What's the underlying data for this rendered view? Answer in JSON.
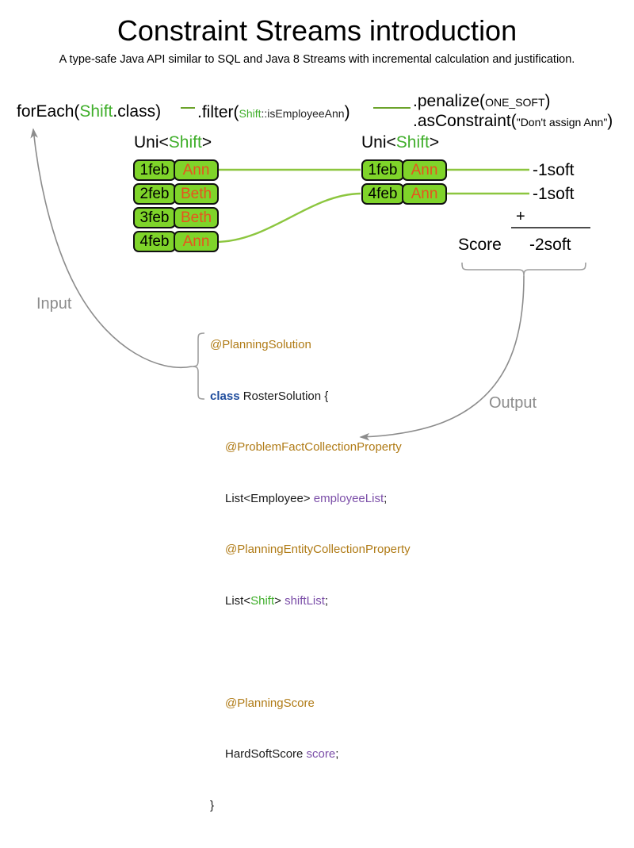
{
  "header": {
    "title": "Constraint Streams introduction",
    "subtitle": "A type-safe Java API similar to SQL and Java 8 Streams with incremental calculation and justification."
  },
  "colors": {
    "green_accent": "#3fae2a",
    "chip_fill": "#7fd42a",
    "chip_border": "#101010",
    "name_text": "#e8531f",
    "annotation_gray": "#8c8c8c",
    "connector_green": "#8cc63f",
    "arrow_gray": "#8c8c8c",
    "code_annotation": "#b07b16",
    "code_keyword": "#1d4b9c",
    "code_field": "#7b4ea8"
  },
  "pipeline": {
    "foreach": {
      "method": "forEach(",
      "type": "Shift",
      "tail": ".class)"
    },
    "filter": {
      "method": ".filter(",
      "arg_type": "Shift",
      "arg_rest": "::isEmployeeAnn",
      "tail": ")"
    },
    "penalize": {
      "method": ".penalize(",
      "arg": "ONE_SOFT",
      "tail": ")"
    },
    "as_constraint": {
      "method": ".asConstraint(",
      "arg": "\"Don't assign Ann\"",
      "tail": ")"
    }
  },
  "streams": {
    "left": {
      "label_prefix": "Uni<",
      "label_type": "Shift",
      "label_suffix": ">",
      "rows": [
        {
          "date": "1feb",
          "name": "Ann"
        },
        {
          "date": "2feb",
          "name": "Beth"
        },
        {
          "date": "3feb",
          "name": "Beth"
        },
        {
          "date": "4feb",
          "name": "Ann"
        }
      ]
    },
    "right": {
      "label_prefix": "Uni<",
      "label_type": "Shift",
      "label_suffix": ">",
      "rows": [
        {
          "date": "1feb",
          "name": "Ann"
        },
        {
          "date": "4feb",
          "name": "Ann"
        }
      ]
    }
  },
  "scores": {
    "penalties": [
      "-1soft",
      "-1soft"
    ],
    "operator": "+",
    "score_label": "Score",
    "total": "-2soft"
  },
  "annotations": {
    "input": "Input",
    "output": "Output"
  },
  "code": {
    "line1_anno": "@PlanningSolution",
    "line2_kw": "class",
    "line2_rest": " RosterSolution {",
    "line3_anno": "@ProblemFactCollectionProperty",
    "line4_type": "List<Employee> ",
    "line4_field": "employeeList",
    "line4_semi": ";",
    "line5_anno": "@PlanningEntityCollectionProperty",
    "line6_pre": "List<",
    "line6_type": "Shift",
    "line6_mid": "> ",
    "line6_field": "shiftList",
    "line6_semi": ";",
    "line7_anno": "@PlanningScore",
    "line8_type": "HardSoftScore ",
    "line8_field": "score",
    "line8_semi": ";",
    "line9_close": "}"
  }
}
